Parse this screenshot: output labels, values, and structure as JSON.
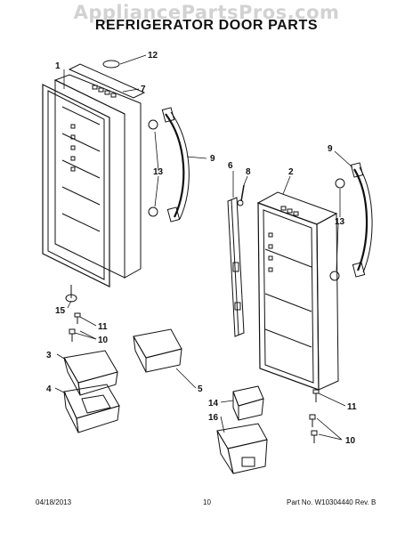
{
  "watermark": "AppliancePartsPros.com",
  "title": "REFRIGERATOR DOOR PARTS",
  "footer": {
    "date": "04/18/2013",
    "page": "10",
    "part_number": "Part No. W10304440  Rev. B"
  },
  "callouts": [
    "1",
    "2",
    "3",
    "4",
    "5",
    "6",
    "7",
    "8",
    "9",
    "9",
    "10",
    "10",
    "11",
    "11",
    "12",
    "13",
    "13",
    "14",
    "15",
    "16"
  ],
  "colors": {
    "line": "#111111",
    "watermark": "#d2d2d2",
    "background": "#ffffff"
  }
}
